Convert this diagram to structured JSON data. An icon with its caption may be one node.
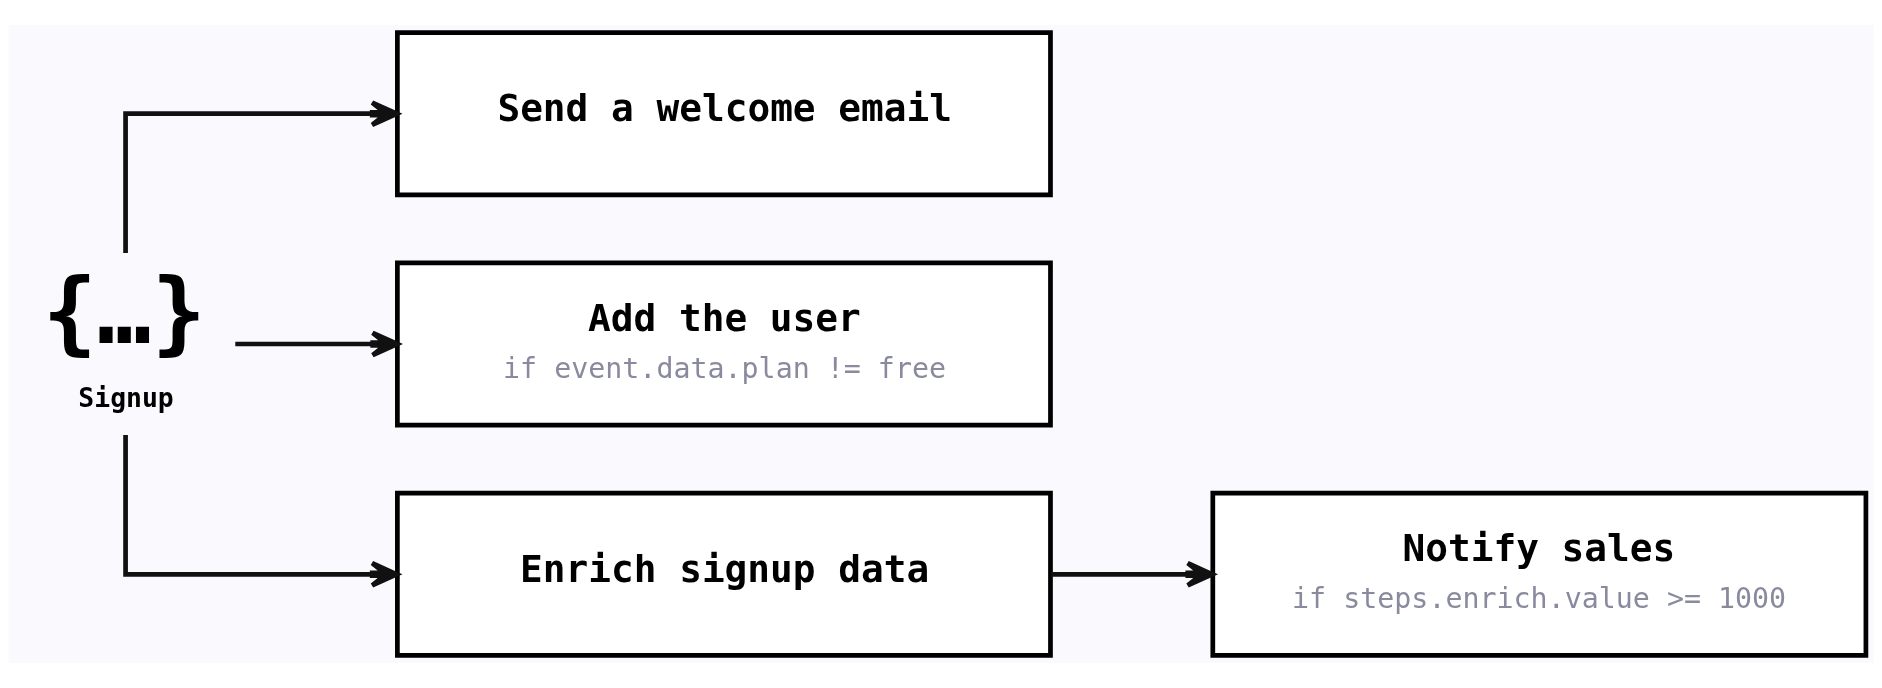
{
  "diagram": {
    "nodes": [
      {
        "text": [
          "{…}",
          "Signup"
        ]
      },
      {
        "text": [
          "Send a welcome email"
        ]
      },
      {
        "text": [
          "Add the user",
          "if event.data.plan != free"
        ]
      },
      {
        "text": [
          "Enrich signup data"
        ]
      },
      {
        "text": [
          "Notify sales",
          "if steps.enrich.value >= 1000"
        ]
      }
    ],
    "edges": [
      {
        "from": 0,
        "to": 1,
        "arrow": "to"
      },
      {
        "from": 0,
        "to": 2,
        "arrow": "to"
      },
      {
        "from": 0,
        "to": 3,
        "arrow": "to"
      },
      {
        "from": 3,
        "to": 4,
        "arrow": "to"
      }
    ]
  }
}
